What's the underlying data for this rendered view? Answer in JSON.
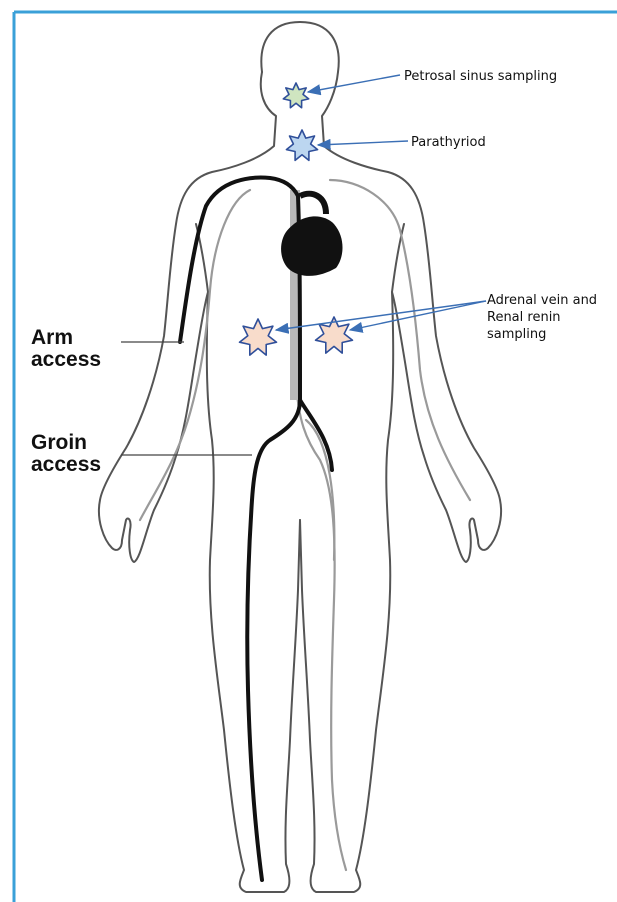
{
  "labels": {
    "petrosal": "Petrosal sinus sampling",
    "parathyroid": "Parathyriod",
    "adrenal_line1": "Adrenal vein and",
    "adrenal_line2": "Renal renin",
    "adrenal_line3": "sampling"
  },
  "access": {
    "arm_line1": "Arm",
    "arm_line2": "access",
    "groin_line1": "Groin",
    "groin_line2": "access"
  },
  "colors": {
    "border": "#3aa0d8",
    "arrow": "#3b6fb5",
    "petrosal_star": "#cfe5c0",
    "parathyroid_star": "#bcd6f0",
    "adrenal_star": "#f8dccb",
    "star_stroke": "#2f4f9a"
  }
}
